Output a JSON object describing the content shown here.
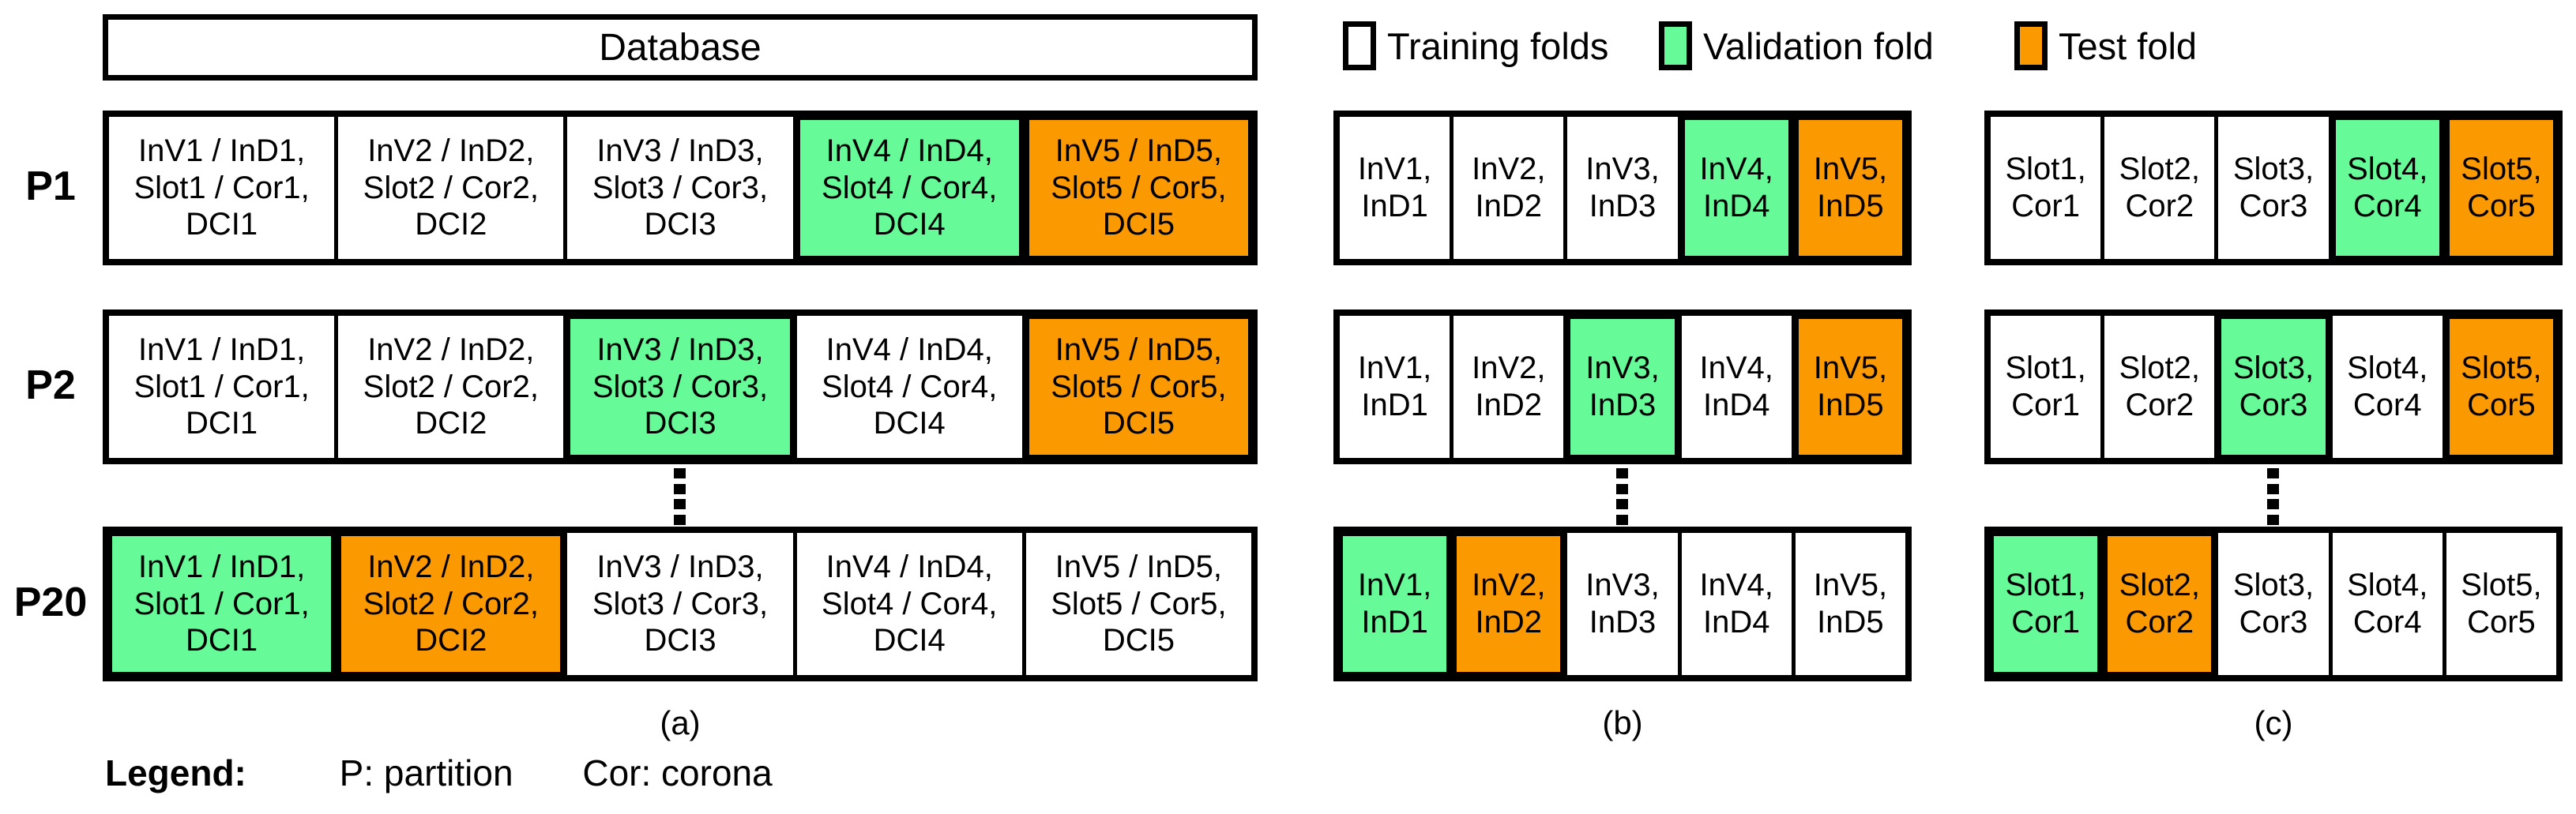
{
  "database_label": "Database",
  "fold_colors": {
    "training": "#ffffff",
    "validation": "#66fa99",
    "test": "#fb9900"
  },
  "top_legend": {
    "items": [
      {
        "label": "Training folds",
        "fold": "training"
      },
      {
        "label": "Validation fold",
        "fold": "validation"
      },
      {
        "label": "Test fold",
        "fold": "test"
      }
    ]
  },
  "row_labels": [
    "P1",
    "P2",
    "P20"
  ],
  "sections": [
    {
      "caption": "(a)",
      "rows": [
        {
          "cells": [
            {
              "fold": "training",
              "lines": [
                "InV1 / InD1,",
                "Slot1 / Cor1,",
                "DCI1"
              ]
            },
            {
              "fold": "training",
              "lines": [
                "InV2 / InD2,",
                "Slot2 / Cor2,",
                "DCI2"
              ]
            },
            {
              "fold": "training",
              "lines": [
                "InV3 / InD3,",
                "Slot3 / Cor3,",
                "DCI3"
              ]
            },
            {
              "fold": "validation",
              "lines": [
                "InV4 / InD4,",
                "Slot4 / Cor4,",
                "DCI4"
              ]
            },
            {
              "fold": "test",
              "lines": [
                "InV5 / InD5,",
                "Slot5 / Cor5,",
                "DCI5"
              ]
            }
          ]
        },
        {
          "cells": [
            {
              "fold": "training",
              "lines": [
                "InV1 / InD1,",
                "Slot1 / Cor1,",
                "DCI1"
              ]
            },
            {
              "fold": "training",
              "lines": [
                "InV2 / InD2,",
                "Slot2 / Cor2,",
                "DCI2"
              ]
            },
            {
              "fold": "validation",
              "lines": [
                "InV3 / InD3,",
                "Slot3 / Cor3,",
                "DCI3"
              ]
            },
            {
              "fold": "training",
              "lines": [
                "InV4 / InD4,",
                "Slot4 / Cor4,",
                "DCI4"
              ]
            },
            {
              "fold": "test",
              "lines": [
                "InV5 / InD5,",
                "Slot5 / Cor5,",
                "DCI5"
              ]
            }
          ]
        },
        {
          "cells": [
            {
              "fold": "validation",
              "lines": [
                "InV1 / InD1,",
                "Slot1 / Cor1,",
                "DCI1"
              ]
            },
            {
              "fold": "test",
              "lines": [
                "InV2 / InD2,",
                "Slot2 / Cor2,",
                "DCI2"
              ]
            },
            {
              "fold": "training",
              "lines": [
                "InV3 / InD3,",
                "Slot3 / Cor3,",
                "DCI3"
              ]
            },
            {
              "fold": "training",
              "lines": [
                "InV4 / InD4,",
                "Slot4 / Cor4,",
                "DCI4"
              ]
            },
            {
              "fold": "training",
              "lines": [
                "InV5 / InD5,",
                "Slot5 / Cor5,",
                "DCI5"
              ]
            }
          ]
        }
      ]
    },
    {
      "caption": "(b)",
      "rows": [
        {
          "cells": [
            {
              "fold": "training",
              "lines": [
                "InV1,",
                "InD1"
              ]
            },
            {
              "fold": "training",
              "lines": [
                "InV2,",
                "InD2"
              ]
            },
            {
              "fold": "training",
              "lines": [
                "InV3,",
                "InD3"
              ]
            },
            {
              "fold": "validation",
              "lines": [
                "InV4,",
                "InD4"
              ]
            },
            {
              "fold": "test",
              "lines": [
                "InV5,",
                "InD5"
              ]
            }
          ]
        },
        {
          "cells": [
            {
              "fold": "training",
              "lines": [
                "InV1,",
                "InD1"
              ]
            },
            {
              "fold": "training",
              "lines": [
                "InV2,",
                "InD2"
              ]
            },
            {
              "fold": "validation",
              "lines": [
                "InV3,",
                "InD3"
              ]
            },
            {
              "fold": "training",
              "lines": [
                "InV4,",
                "InD4"
              ]
            },
            {
              "fold": "test",
              "lines": [
                "InV5,",
                "InD5"
              ]
            }
          ]
        },
        {
          "cells": [
            {
              "fold": "validation",
              "lines": [
                "InV1,",
                "InD1"
              ]
            },
            {
              "fold": "test",
              "lines": [
                "InV2,",
                "InD2"
              ]
            },
            {
              "fold": "training",
              "lines": [
                "InV3,",
                "InD3"
              ]
            },
            {
              "fold": "training",
              "lines": [
                "InV4,",
                "InD4"
              ]
            },
            {
              "fold": "training",
              "lines": [
                "InV5,",
                "InD5"
              ]
            }
          ]
        }
      ]
    },
    {
      "caption": "(c)",
      "rows": [
        {
          "cells": [
            {
              "fold": "training",
              "lines": [
                "Slot1,",
                "Cor1"
              ]
            },
            {
              "fold": "training",
              "lines": [
                "Slot2,",
                "Cor2"
              ]
            },
            {
              "fold": "training",
              "lines": [
                "Slot3,",
                "Cor3"
              ]
            },
            {
              "fold": "validation",
              "lines": [
                "Slot4,",
                "Cor4"
              ]
            },
            {
              "fold": "test",
              "lines": [
                "Slot5,",
                "Cor5"
              ]
            }
          ]
        },
        {
          "cells": [
            {
              "fold": "training",
              "lines": [
                "Slot1,",
                "Cor1"
              ]
            },
            {
              "fold": "training",
              "lines": [
                "Slot2,",
                "Cor2"
              ]
            },
            {
              "fold": "validation",
              "lines": [
                "Slot3,",
                "Cor3"
              ]
            },
            {
              "fold": "training",
              "lines": [
                "Slot4,",
                "Cor4"
              ]
            },
            {
              "fold": "test",
              "lines": [
                "Slot5,",
                "Cor5"
              ]
            }
          ]
        },
        {
          "cells": [
            {
              "fold": "validation",
              "lines": [
                "Slot1,",
                "Cor1"
              ]
            },
            {
              "fold": "test",
              "lines": [
                "Slot2,",
                "Cor2"
              ]
            },
            {
              "fold": "training",
              "lines": [
                "Slot3,",
                "Cor3"
              ]
            },
            {
              "fold": "training",
              "lines": [
                "Slot4,",
                "Cor4"
              ]
            },
            {
              "fold": "training",
              "lines": [
                "Slot5,",
                "Cor5"
              ]
            }
          ]
        }
      ]
    }
  ],
  "bottom_legend": {
    "title": "Legend:",
    "items": [
      "P: partition",
      "Cor: corona"
    ]
  }
}
